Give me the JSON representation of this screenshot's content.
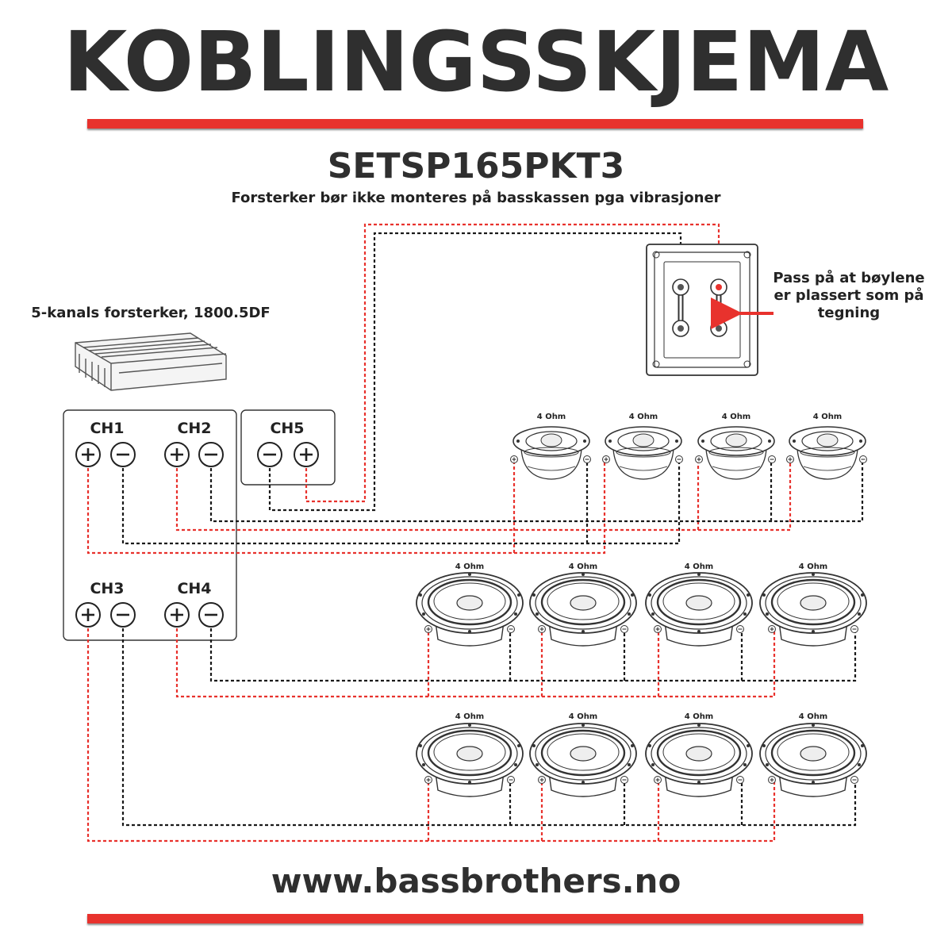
{
  "header": {
    "title": "KOBLINGSSKJEMA",
    "model": "SETSP165PKT3",
    "note": "Forsterker bør ikke monteres på basskassen pga vibrasjoner"
  },
  "amplifier": {
    "label": "5-kanals forsterker, 1800.5DF",
    "channels": {
      "ch1": "CH1",
      "ch2": "CH2",
      "ch3": "CH3",
      "ch4": "CH4",
      "ch5": "CH5"
    }
  },
  "terminal_box": {
    "note_line1": "Pass på at bøylene",
    "note_line2": "er plassert som på",
    "note_line3": "tegning"
  },
  "speakers": {
    "impedance": "4 Ohm",
    "tweeters": 4,
    "woofer_rows": 2,
    "woofers_per_row": 4
  },
  "colors": {
    "accent_red": "#e8322d",
    "wire_positive": "#e8322d",
    "wire_negative": "#1a1a1a"
  },
  "footer": {
    "website": "www.bassbrothers.no"
  }
}
